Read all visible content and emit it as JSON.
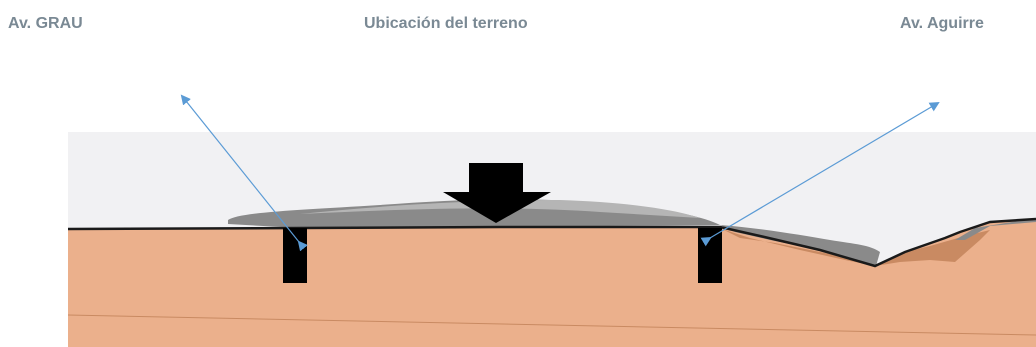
{
  "labels": {
    "left": "Av. GRAU",
    "center": "Ubicación del terreno",
    "right": "Av. Aguirre"
  },
  "colors": {
    "label_text": "#7a8994",
    "panel_background": "#f1f1f3",
    "soil": "#ebb08c",
    "soil_dark": "#c98a62",
    "fill_gray": "#8a8a8a",
    "fill_gray_light": "#b5b5b5",
    "ground_line": "#1a1a1a",
    "marker": "#000000",
    "arrow": "#5b9bd5"
  }
}
